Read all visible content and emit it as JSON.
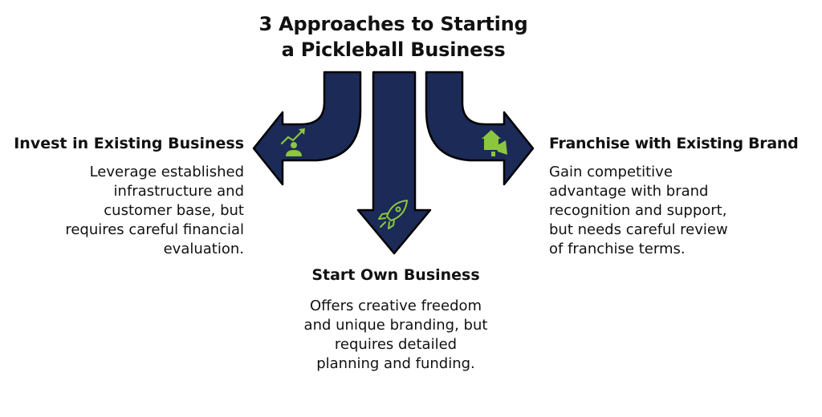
{
  "title": {
    "line1": "3 Approaches to Starting",
    "line2": "a Pickleball Business"
  },
  "colors": {
    "arrow_fill": "#1b2a57",
    "arrow_stroke": "#000000",
    "icon_accent": "#8cc63f"
  },
  "approaches": {
    "left": {
      "heading": "Invest in Existing Business",
      "desc_lines": [
        "Leverage established",
        "infrastructure and",
        "customer base, but",
        "requires careful financial",
        "evaluation."
      ],
      "icon": "growth-person-icon"
    },
    "center": {
      "heading": "Start Own Business",
      "desc_lines": [
        "Offers creative freedom",
        "and unique branding, but",
        "requires detailed",
        "planning and funding."
      ],
      "icon": "rocket-icon"
    },
    "right": {
      "heading": "Franchise with Existing Brand",
      "desc_lines": [
        "Gain competitive",
        "advantage with brand",
        "recognition and support,",
        "but needs careful review",
        "of franchise terms."
      ],
      "icon": "house-megaphone-icon"
    }
  }
}
